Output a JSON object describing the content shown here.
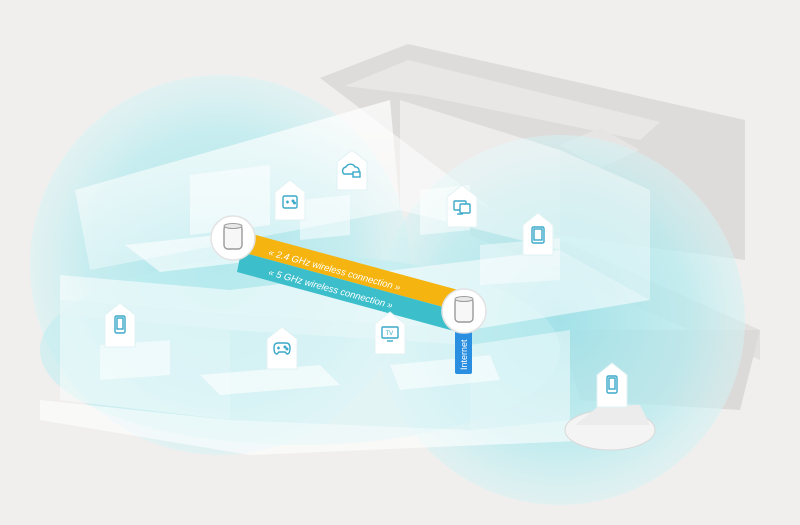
{
  "links": {
    "band_24": "« 2.4 GHz wireless connection »",
    "band_5": "« 5 GHz wireless connection »",
    "internet": "Internet"
  },
  "colors": {
    "background": "#f1efee",
    "coverage": "#7dd3dc",
    "band_24": "#f5b40f",
    "band_5": "#3dbfcb",
    "internet": "#2a8fe0",
    "device_badge": "#ffffff"
  },
  "devices": [
    {
      "id": "cloud-storage",
      "icon": "cloud-drive-icon"
    },
    {
      "id": "game-console-upstairs",
      "icon": "gamepad-icon"
    },
    {
      "id": "computer",
      "icon": "monitor-icon"
    },
    {
      "id": "tablet-upstairs",
      "icon": "tablet-icon"
    },
    {
      "id": "phone-living-room",
      "icon": "phone-icon"
    },
    {
      "id": "game-controller",
      "icon": "gamepad-icon"
    },
    {
      "id": "tv",
      "icon": "tv-icon"
    },
    {
      "id": "phone-garage",
      "icon": "phone-icon"
    }
  ],
  "routers": [
    {
      "id": "mesh-unit-upstairs",
      "icon": "mesh-router-icon"
    },
    {
      "id": "mesh-unit-downstairs",
      "icon": "mesh-router-icon"
    }
  ]
}
